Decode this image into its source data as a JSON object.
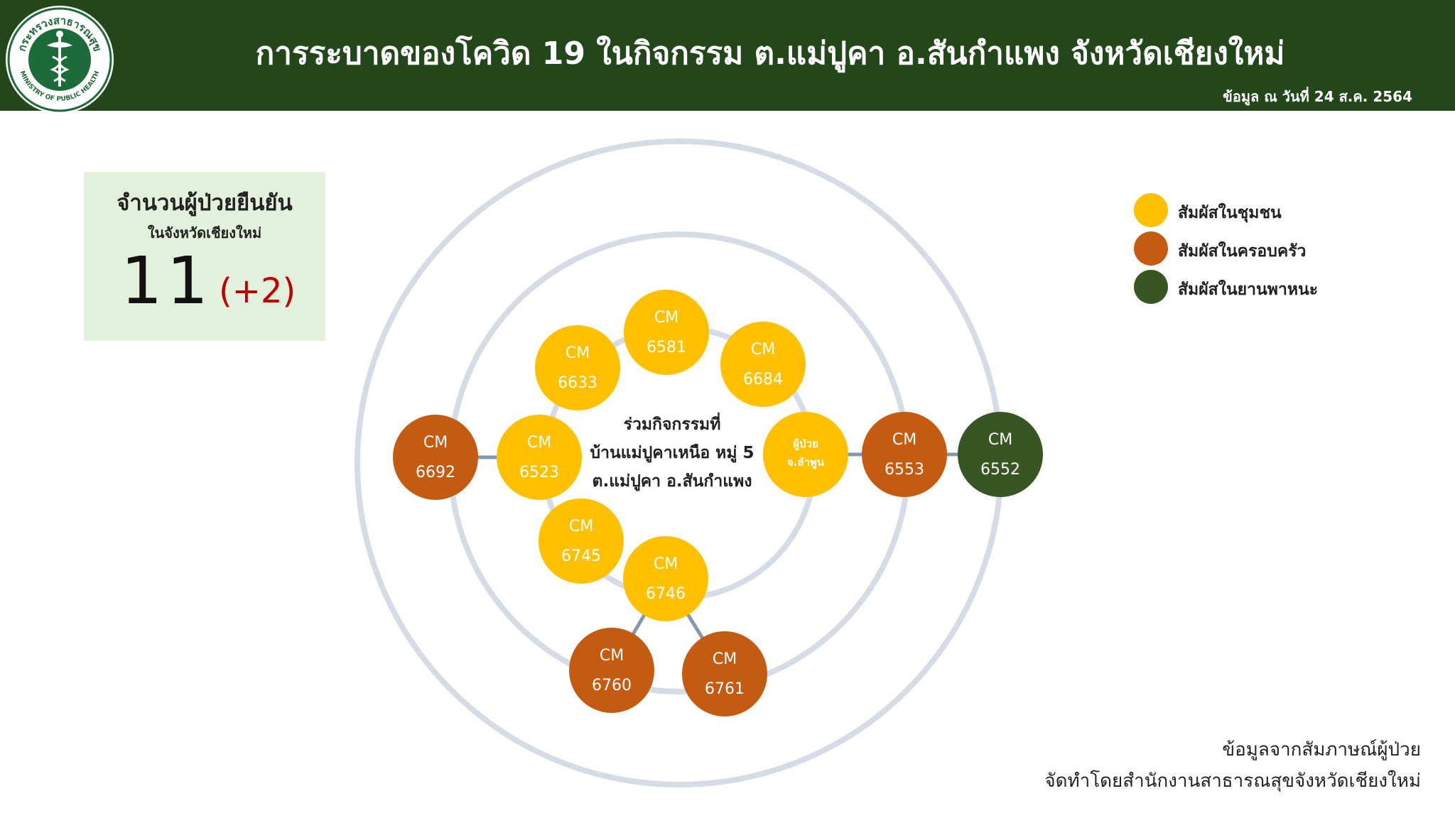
{
  "header": {
    "title": "การระบาดของโควิด 19 ในกิจกรรม ต.แม่ปูคา อ.สันกำแพง จังหวัดเชียงใหม่",
    "date": "ข้อมูล ณ วันที่ 24 ส.ค. 2564",
    "logo": {
      "arc_text_top": "กระทรวงสาธารณสุข",
      "arc_text_bottom": "MINISTRY OF PUBLIC HEALTH"
    }
  },
  "stat_box": {
    "title": "จำนวนผู้ป่วยยืนยัน",
    "subtitle": "ในจังหวัดเชียงใหม่",
    "count": "11",
    "delta": "(+2)"
  },
  "diagram": {
    "center_text": [
      "ร่วมกิจกรรมที่",
      "บ้านแม่ปูคาเหนือ หมู่ 5",
      "ต.แม่ปูคา อ.สันกำแพง"
    ],
    "nodes": [
      {
        "id": "6581",
        "line1": "CM",
        "line2": "6581",
        "type": "community"
      },
      {
        "id": "6633",
        "line1": "CM",
        "line2": "6633",
        "type": "community"
      },
      {
        "id": "6684",
        "line1": "CM",
        "line2": "6684",
        "type": "community"
      },
      {
        "id": "6523",
        "line1": "CM",
        "line2": "6523",
        "type": "community"
      },
      {
        "id": "patient",
        "line1": "ผู้ป่วย",
        "line2": "จ.ลำพูน",
        "type": "community"
      },
      {
        "id": "6745",
        "line1": "CM",
        "line2": "6745",
        "type": "community"
      },
      {
        "id": "6746",
        "line1": "CM",
        "line2": "6746",
        "type": "community"
      },
      {
        "id": "6692",
        "line1": "CM",
        "line2": "6692",
        "type": "family"
      },
      {
        "id": "6553",
        "line1": "CM",
        "line2": "6553",
        "type": "family"
      },
      {
        "id": "6760",
        "line1": "CM",
        "line2": "6760",
        "type": "family"
      },
      {
        "id": "6761",
        "line1": "CM",
        "line2": "6761",
        "type": "family"
      },
      {
        "id": "6552",
        "line1": "CM",
        "line2": "6552",
        "type": "vehicle"
      }
    ],
    "edges": [
      [
        "6523",
        "6692"
      ],
      [
        "patient",
        "6553"
      ],
      [
        "6553",
        "6552"
      ],
      [
        "6746",
        "6760"
      ],
      [
        "6746",
        "6761"
      ]
    ]
  },
  "legend": [
    {
      "label": "สัมผัสในชุมชน",
      "color": "#ffc000"
    },
    {
      "label": "สัมผัสในครอบครัว",
      "color": "#c55a11"
    },
    {
      "label": "สัมผัสในยานพาหนะ",
      "color": "#375623"
    }
  ],
  "colors": {
    "header_bg": "#24461b",
    "stat_box_bg": "#e3f0dc",
    "delta": "#c00000",
    "ring": "#d6dce5",
    "edge": "#8497b0"
  },
  "footer": {
    "line1": "ข้อมูลจากสัมภาษณ์ผู้ป่วย",
    "line2": "จัดทำโดยสำนักงานสาธารณสุขจังหวัดเชียงใหม่"
  }
}
